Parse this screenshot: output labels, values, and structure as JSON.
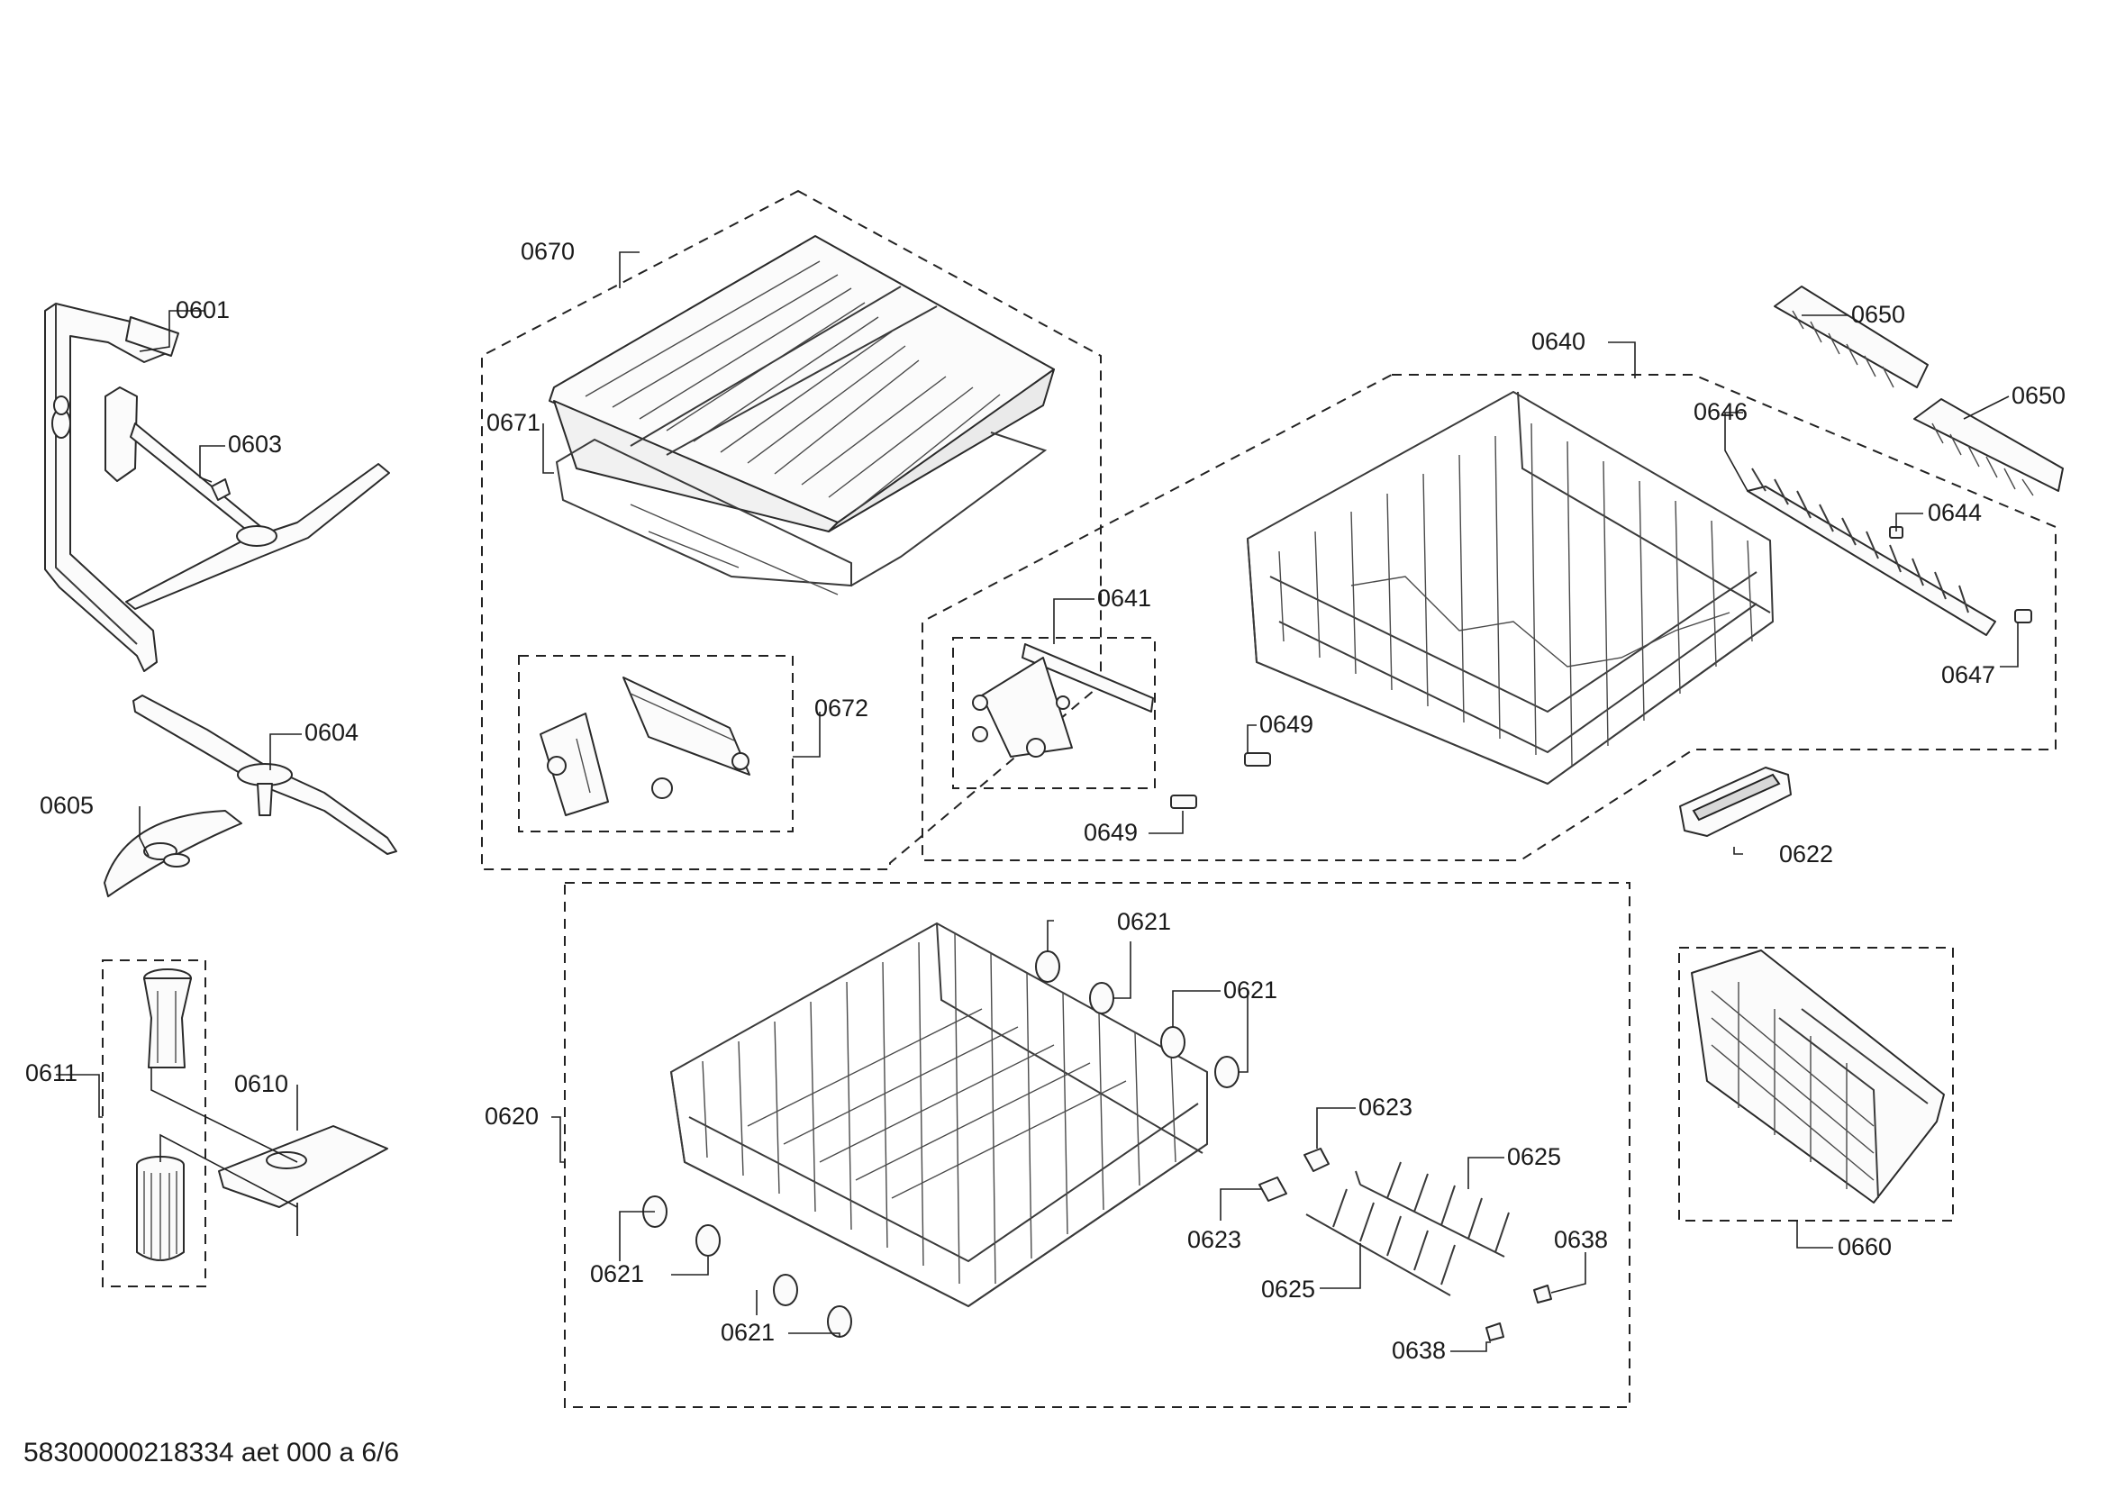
{
  "diagram": {
    "part_labels": {
      "p0601": "0601",
      "p0603": "0603",
      "p0604": "0604",
      "p0605": "0605",
      "p0610": "0610",
      "p0611": "0611",
      "p0620": "0620",
      "p0621a": "0621",
      "p0621b": "0621",
      "p0621c": "0621",
      "p0621d": "0621",
      "p0622": "0622",
      "p0623a": "0623",
      "p0623b": "0623",
      "p0625a": "0625",
      "p0625b": "0625",
      "p0638a": "0638",
      "p0638b": "0638",
      "p0640": "0640",
      "p0641": "0641",
      "p0644": "0644",
      "p0646": "0646",
      "p0647": "0647",
      "p0649a": "0649",
      "p0649b": "0649",
      "p0650a": "0650",
      "p0650b": "0650",
      "p0660": "0660",
      "p0670": "0670",
      "p0671": "0671",
      "p0672": "0672"
    },
    "footer": "58300000218334 aet 000 a 6/6"
  }
}
